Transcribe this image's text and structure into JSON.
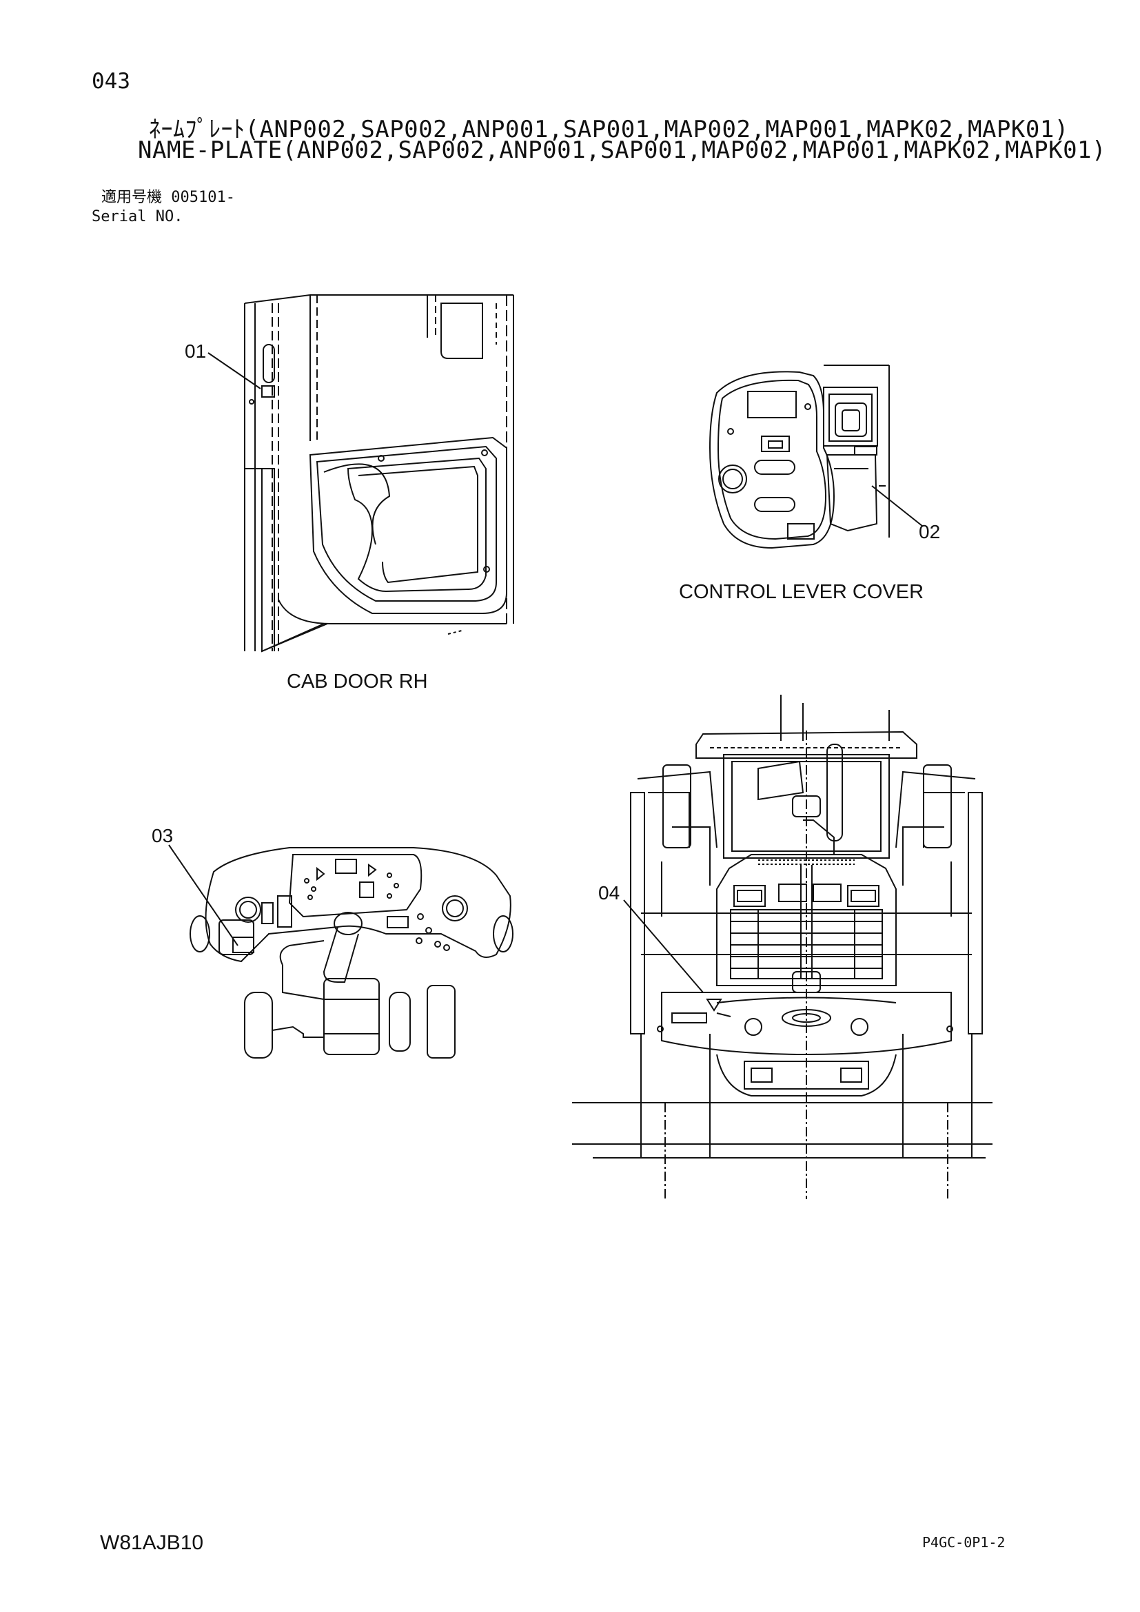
{
  "page_number": "043",
  "title_jp": "ﾈｰﾑﾌﾟﾚｰﾄ(ANP002,SAP002,ANP001,SAP001,MAP002,MAP001,MAPK02,MAPK01)",
  "title_en": "NAME-PLATE(ANP002,SAP002,ANP001,SAP001,MAP002,MAP001,MAPK02,MAPK01)",
  "serial": {
    "label_jp": "適用号機",
    "value": "005101-",
    "label_en": "Serial NO."
  },
  "views": [
    {
      "caption": "CAB DOOR RH",
      "callout": "01"
    },
    {
      "caption": "CONTROL LEVER COVER",
      "callout": "02"
    },
    {
      "caption": "",
      "callout": "03"
    },
    {
      "caption": "",
      "callout": "04"
    }
  ],
  "footer": {
    "doc_code": "W81AJB10",
    "ref_code": "P4GC-0P1-2"
  }
}
